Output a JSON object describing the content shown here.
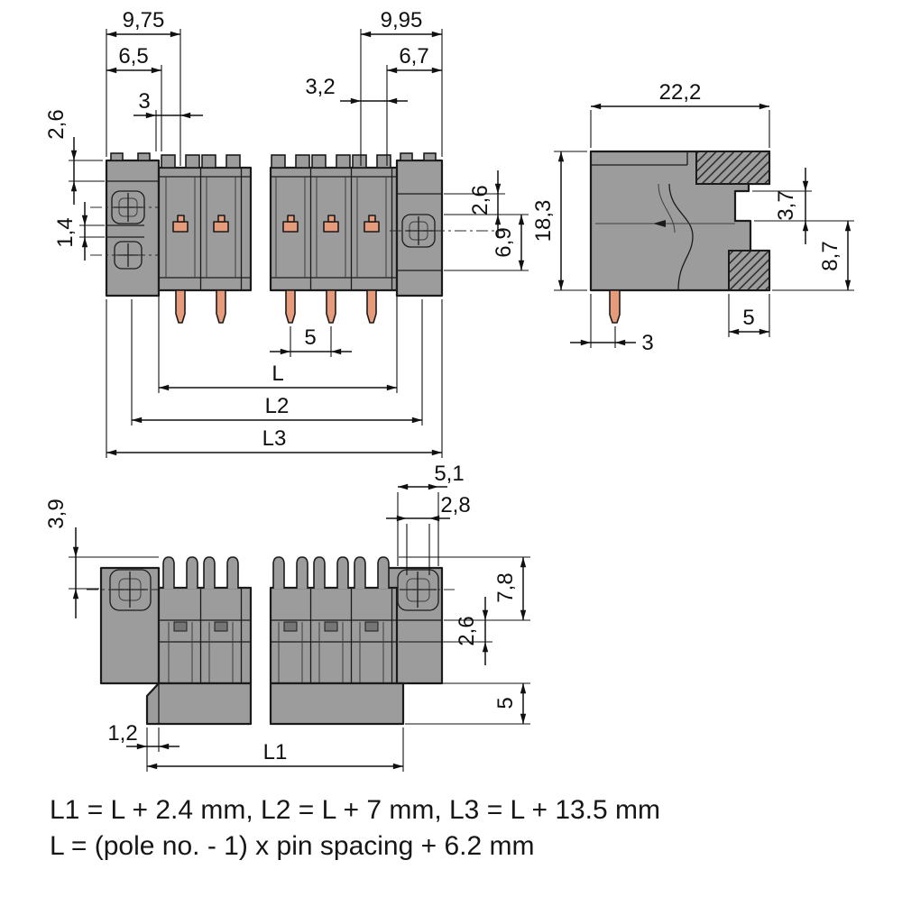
{
  "drawing": {
    "type": "connector-dimensional-drawing",
    "colors": {
      "body_gray": "#9c9c9c",
      "outline": "#1b1b1b",
      "pin_orange": "#e69b7b",
      "dimension": "#101010",
      "background": "#ffffff"
    }
  },
  "views": {
    "front": {
      "dims": {
        "d975": "9,75",
        "d65": "6,5",
        "d3": "3",
        "d26l": "2,6",
        "d14": "1,4",
        "d995": "9,95",
        "d32": "3,2",
        "d67": "6,7",
        "d26r": "2,6",
        "d69": "6,9",
        "d5": "5",
        "L": "L",
        "L2": "L2",
        "L3": "L3"
      }
    },
    "side": {
      "dims": {
        "d222": "22,2",
        "d183": "18,3",
        "d37": "3,7",
        "d87": "8,7",
        "d3": "3",
        "d5": "5"
      }
    },
    "bottom": {
      "dims": {
        "d39": "3,9",
        "d51": "5,1",
        "d28": "2,8",
        "d78": "7,8",
        "d26": "2,6",
        "d5": "5",
        "d12": "1,2",
        "L1": "L1"
      }
    }
  },
  "formulas": {
    "line1": "L1 = L + 2.4 mm, L2 = L + 7 mm, L3 = L + 13.5 mm",
    "line2": "L = (pole no. - 1) x pin spacing + 6.2 mm"
  }
}
